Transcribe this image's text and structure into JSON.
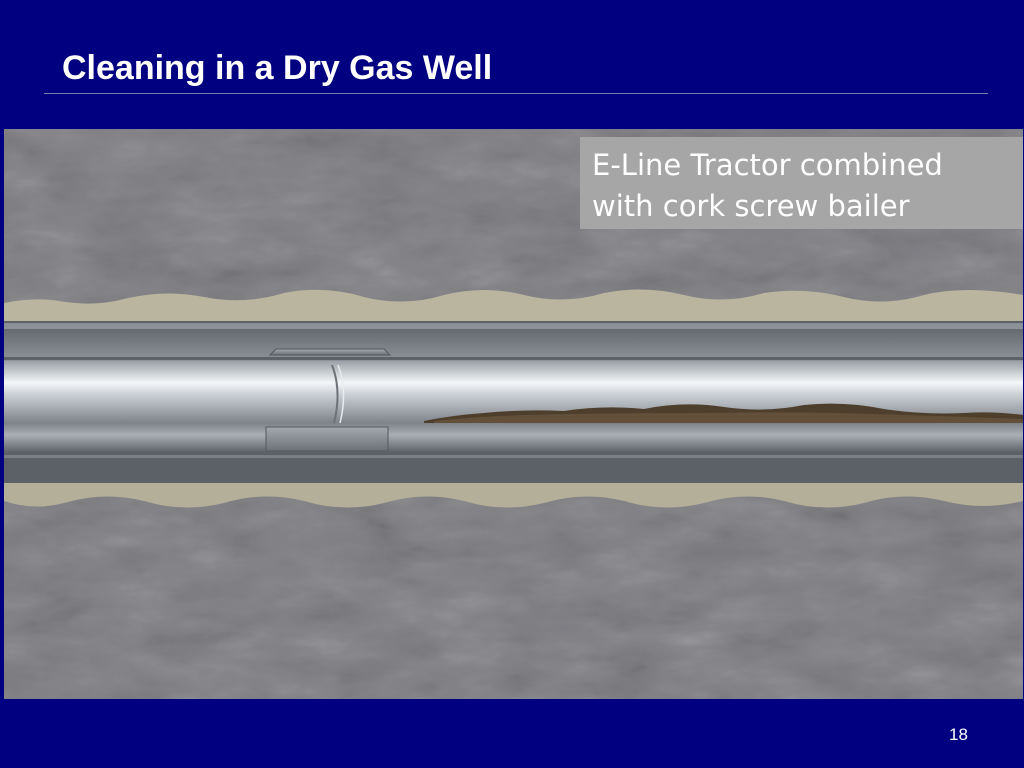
{
  "slide": {
    "title": "Cleaning in a Dry Gas Well",
    "page_number": "18"
  },
  "caption": {
    "text": "E-Line Tractor combined\nwith cork screw bailer"
  },
  "illustration": {
    "subject": "horizontal wellbore cross-section through rock formation showing tubing, casing coupling and debris layer",
    "icon": "wellbore-illustration"
  },
  "colors": {
    "background": "#000080",
    "title": "#ffffff",
    "caption_box": "#a6a6a6",
    "rock": "#6c6c70",
    "cement": "#b7b39e",
    "casing": "#8f959b",
    "debris": "#4e3e2c"
  }
}
